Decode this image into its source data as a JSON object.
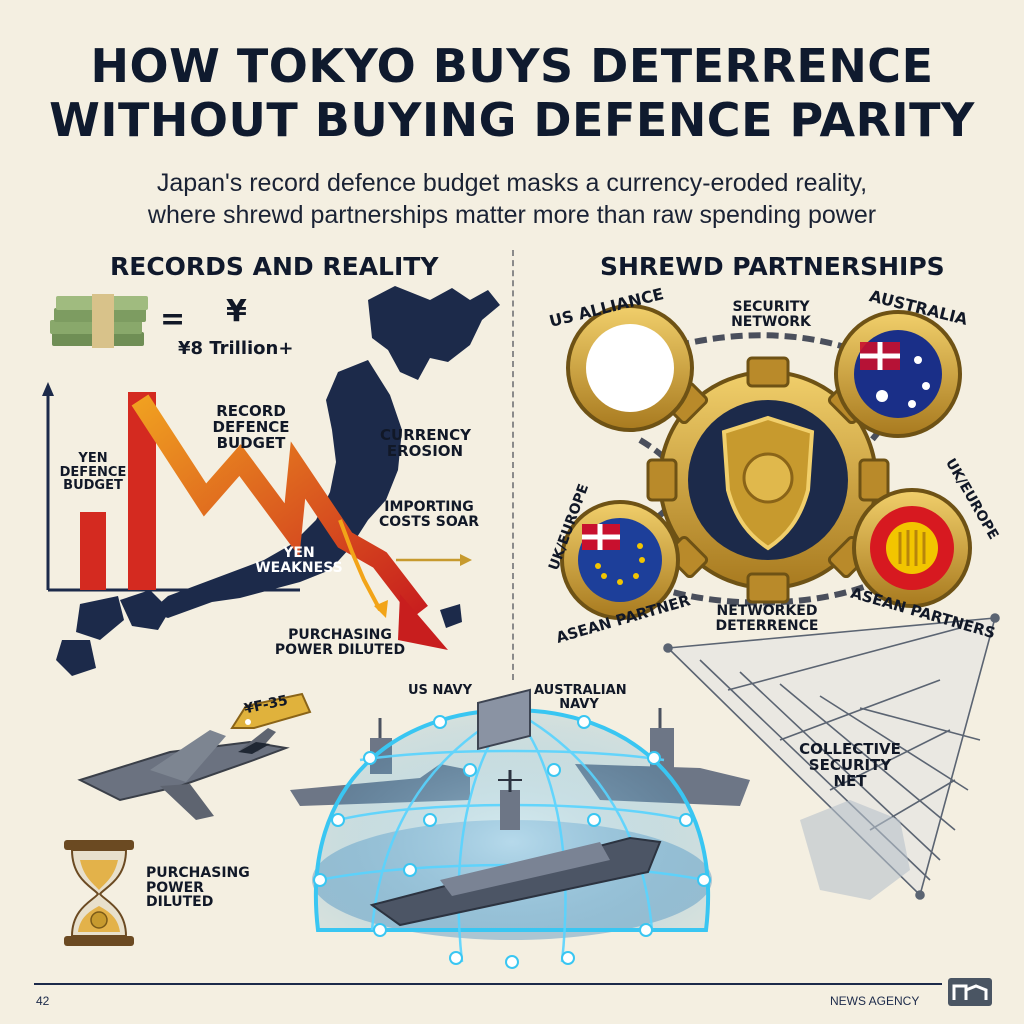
{
  "header": {
    "title_line1": "HOW TOKYO BUYS DETERRENCE",
    "title_line2": "WITHOUT BUYING DEFENCE PARITY",
    "subtitle_line1": "Japan's record defence budget masks a currency-eroded reality,",
    "subtitle_line2": "where shrewd partnerships matter more than raw spending power"
  },
  "left_section": {
    "heading": "RECORDS AND REALITY",
    "equals": "=",
    "yen_symbol": "¥",
    "budget_amount": "¥8 Trillion+",
    "labels": {
      "record_budget": "RECORD DEFENCE BUDGET",
      "yen_defence_budget": "YEN DEFENCE BUDGET",
      "currency_erosion": "CURRENCY EROSION",
      "importing_costs": "IMPORTING COSTS SOAR",
      "yen_weakness": "YEN WEAKNESS",
      "purchasing_power_map": "PURCHASING POWER DILUTED",
      "f35_tag": "¥F-35",
      "purchasing_power_hourglass": "PURCHASING POWER DILUTED"
    }
  },
  "right_section": {
    "heading": "SHREWD PARTNERSHIPS",
    "partners": {
      "us_alliance": "US ALLIANCE",
      "security_network": "SECURITY NETWORK",
      "australia": "AUSTRALIA",
      "uk_europe_left": "UK/EUROPE",
      "uk_europe_right": "UK/EUROPE",
      "asean_partner": "ASEAN PARTNER",
      "asean_partners": "ASEAN PARTNERS",
      "networked_deterrence": "NETWORKED DETERRENCE"
    },
    "collective_net": "COLLECTIVE SECURITY NET"
  },
  "naval": {
    "us_navy": "US NAVY",
    "australian_navy": "AUSTRALIAN NAVY"
  },
  "footer": {
    "page_number": "42",
    "agency": "NEWS AGENCY"
  },
  "colors": {
    "navy": "#1c2a4a",
    "red": "#d8261e",
    "gold": "#c79a2e",
    "cyan": "#39c6f2",
    "bg": "#f4efe1"
  }
}
